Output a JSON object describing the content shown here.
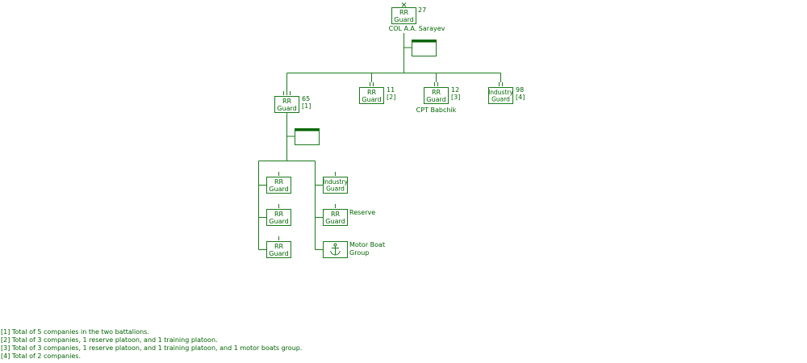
{
  "colors": {
    "line": "#1a7a1a",
    "text": "#006400",
    "accent": "#006400"
  },
  "hq": {
    "unit_label": [
      "RR",
      "Guard"
    ],
    "strength": "27",
    "commander": "COL  A.A. Sarayev"
  },
  "battalions": [
    {
      "unit_label": [
        "RR",
        "Guard"
      ],
      "strength": "65",
      "note": "[1]",
      "commander": ""
    },
    {
      "unit_label": [
        "RR",
        "Guard"
      ],
      "strength": "11",
      "note": "[2]",
      "commander": ""
    },
    {
      "unit_label": [
        "RR",
        "Guard"
      ],
      "strength": "12",
      "note": "[3]",
      "commander": "CPT  Babchik"
    },
    {
      "unit_label": [
        "Industry",
        "Guard"
      ],
      "strength": "98",
      "note": "[4]",
      "commander": ""
    }
  ],
  "companies_left": [
    {
      "unit_label": [
        "RR",
        "Guard"
      ]
    },
    {
      "unit_label": [
        "RR",
        "Guard"
      ]
    },
    {
      "unit_label": [
        "RR",
        "Guard"
      ]
    }
  ],
  "companies_right": [
    {
      "unit_label": [
        "Industry",
        "Guard"
      ],
      "caption": [],
      "icon": ""
    },
    {
      "unit_label": [
        "RR",
        "Guard"
      ],
      "caption": [
        "Reserve"
      ],
      "icon": ""
    },
    {
      "unit_label": [],
      "caption": [
        "Motor Boat",
        "Group"
      ],
      "icon": "anchor-icon"
    }
  ],
  "footnotes": [
    "[1] Total of 5 companies in the two battalions.",
    "[2] Total of 3 companies, 1 reserve platoon, and 1 training platoon.",
    "[3] Total of 3 companies, 1 reserve platoon, and 1 training platoon, and 1 motor boats group.",
    "[4] Total of 2 companies."
  ]
}
